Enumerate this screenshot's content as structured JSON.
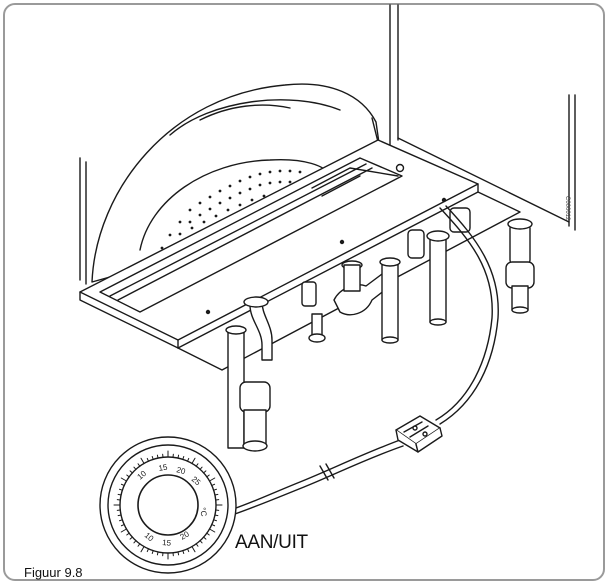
{
  "labels": {
    "switch_label": "AAN/UIT",
    "figure_caption": "Figuur 9.8",
    "drawing_ref": "C000012"
  },
  "dial": {
    "scale_numbers": [
      "10",
      "15",
      "20",
      "25",
      "10",
      "15",
      "20"
    ],
    "unit": "°C"
  },
  "colors": {
    "line": "#1a1a1a",
    "frame": "#9a9a9a",
    "background": "#ffffff"
  }
}
